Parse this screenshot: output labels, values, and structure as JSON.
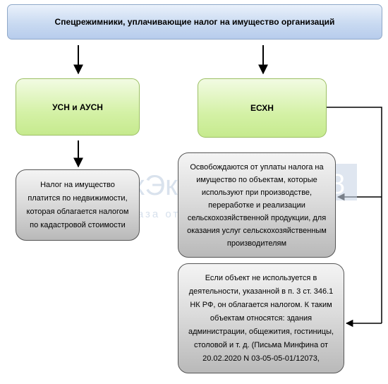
{
  "diagram": {
    "top": "Спецрежимники, уплачивающие налог на имущество организаций",
    "usn": "УСН и АУСН",
    "esxn": "ЕСХН",
    "usn_note": "Налог на имущество платится по недвижимости, которая облагается налогом по кадастровой стоимости",
    "esxn_exempt": "Освобождаются от уплаты налога на имущество по объектам, которые используют при производстве, переработке и реализации сельскохозяйственной продукции, для оказания услуг сельскохозяйственным производителям",
    "esxn_taxed": "Если объект не используется в деятельности, указанной в п. 3 ст. 346.1 НК РФ, он облагается налогом. К таким объектам относятся: здания администрации, общежития, гостиницы, столовой и т. д. (Письма Минфина от 20.02.2020 N 03-05-05-01/12073,"
  },
  "watermark": {
    "brand": "БухЭксперт",
    "number": "8",
    "tagline": "База ответов по учету в 1С"
  },
  "colors": {
    "top_fill": "#c9daf1",
    "green_fill": "#d4f1a6",
    "grey_fill": "#dcdcdc",
    "watermark": "#c9d6e6"
  }
}
